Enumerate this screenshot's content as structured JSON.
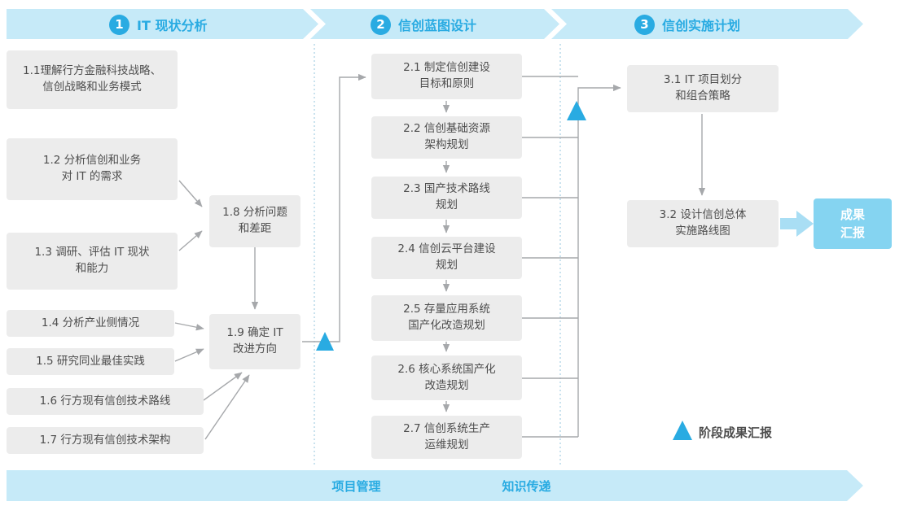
{
  "colors": {
    "accent": "#29abe2",
    "band": "#c6eaf8",
    "box_bg": "#ececec",
    "result_bg": "#85d4f1",
    "arrow": "#a6a8ab"
  },
  "phases": [
    {
      "number": "1",
      "title": "IT 现状分析"
    },
    {
      "number": "2",
      "title": "信创蓝图设计"
    },
    {
      "number": "3",
      "title": "信创实施计划"
    }
  ],
  "boxes": {
    "b11": "1.1理解行方金融科技战略、\n信创战略和业务模式",
    "b12": "1.2 分析信创和业务\n对 IT 的需求",
    "b13": "1.3 调研、评估 IT 现状\n和能力",
    "b14": "1.4 分析产业侧情况",
    "b15": "1.5 研究同业最佳实践",
    "b16": "1.6 行方现有信创技术路线",
    "b17": "1.7 行方现有信创技术架构",
    "b18": "1.8 分析问题\n和差距",
    "b19": "1.9 确定 IT\n改进方向",
    "b21": "2.1 制定信创建设\n目标和原则",
    "b22": "2.2 信创基础资源\n架构规划",
    "b23": "2.3 国产技术路线\n规划",
    "b24": "2.4 信创云平台建设\n规划",
    "b25": "2.5 存量应用系统\n国产化改造规划",
    "b26": "2.6 核心系统国产化\n改造规划",
    "b27": "2.7 信创系统生产\n运维规划",
    "b31": "3.1 IT 项目划分\n和组合策略",
    "b32": "3.2 设计信创总体\n实施路线图"
  },
  "result_box": "成果\n汇报",
  "footer": {
    "left": "项目管理",
    "right": "知识传递"
  },
  "legend": {
    "label": "阶段成果汇报"
  }
}
